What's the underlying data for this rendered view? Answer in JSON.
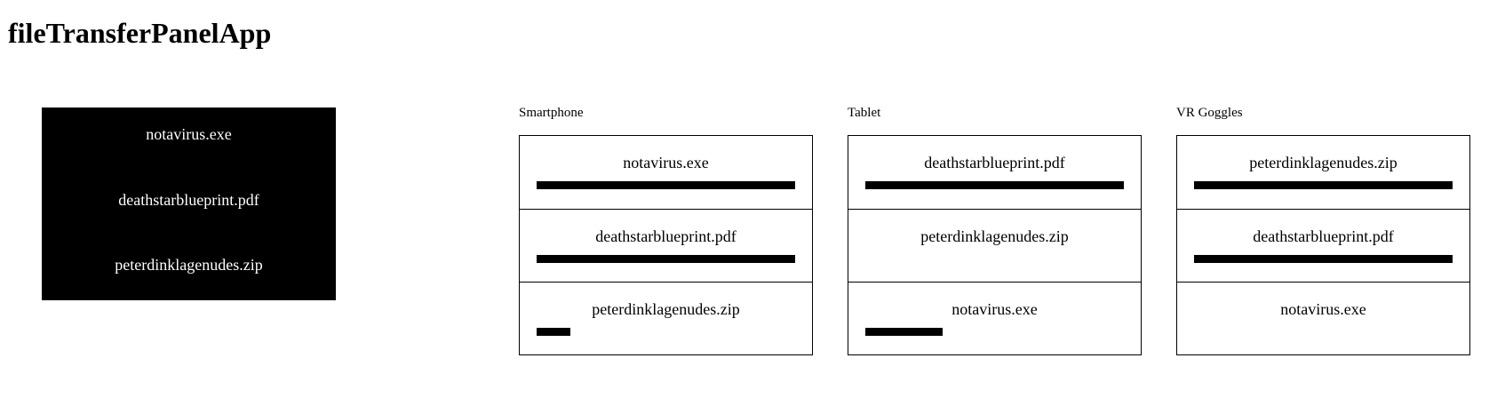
{
  "app": {
    "title": "fileTransferPanelApp"
  },
  "source_files": [
    "notavirus.exe",
    "deathstarblueprint.pdf",
    "peterdinklagenudes.zip"
  ],
  "devices": [
    {
      "name": "Smartphone",
      "files": [
        {
          "name": "notavirus.exe",
          "progress": 100
        },
        {
          "name": "deathstarblueprint.pdf",
          "progress": 100
        },
        {
          "name": "peterdinklagenudes.zip",
          "progress": 13
        }
      ]
    },
    {
      "name": "Tablet",
      "files": [
        {
          "name": "deathstarblueprint.pdf",
          "progress": 100
        },
        {
          "name": "peterdinklagenudes.zip",
          "progress": 0
        },
        {
          "name": "notavirus.exe",
          "progress": 30
        }
      ]
    },
    {
      "name": "VR Goggles",
      "files": [
        {
          "name": "peterdinklagenudes.zip",
          "progress": 100
        },
        {
          "name": "deathstarblueprint.pdf",
          "progress": 100
        },
        {
          "name": "notavirus.exe",
          "progress": 0
        }
      ]
    }
  ],
  "colors": {
    "panel_background": "#000000",
    "panel_text": "#ffffff",
    "progress_fill": "#000000",
    "border": "#000000"
  }
}
